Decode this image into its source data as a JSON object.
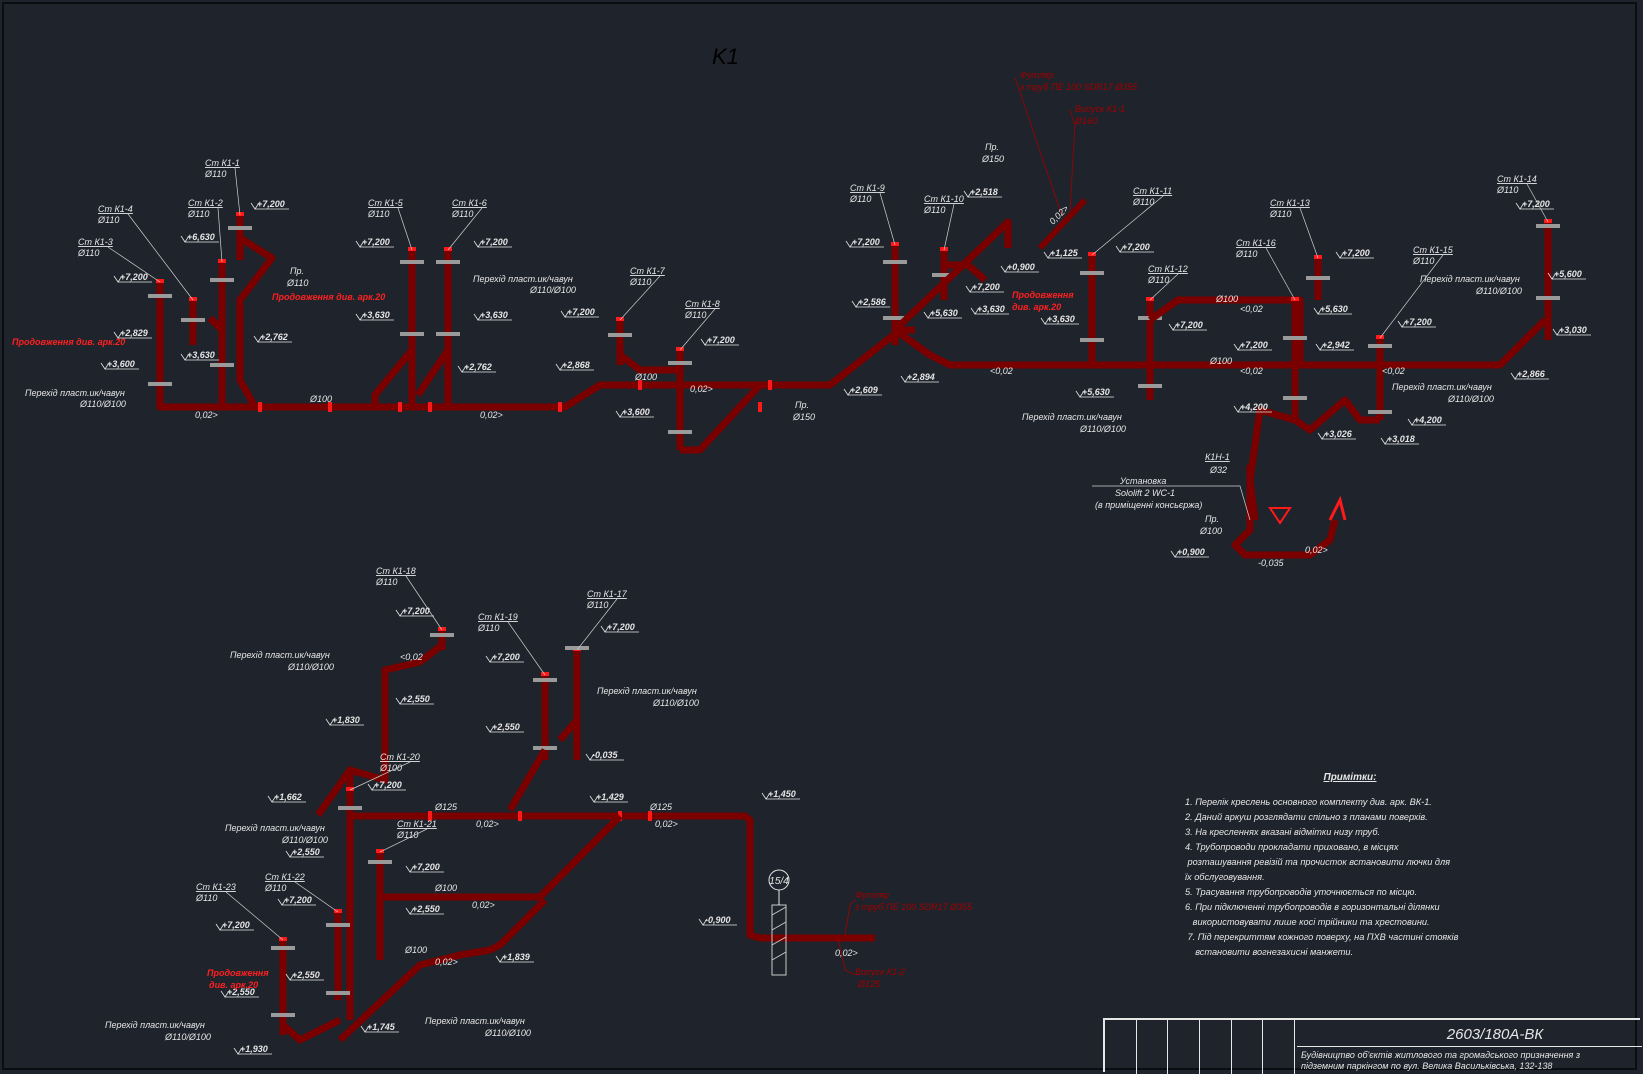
{
  "drawing": {
    "title": "K1",
    "colors": {
      "background": "#1f232b",
      "pipe": "#7a0000",
      "pipe_joint": "#ff1a1a",
      "label": "#e6e6e6",
      "red_label": "#ff2020",
      "stamp": "#e6e6e6"
    }
  },
  "risers": [
    {
      "name": "Ст К1-1",
      "dia": "Ø110",
      "level": "+7,200"
    },
    {
      "name": "Ст К1-2",
      "dia": "Ø110",
      "level": "+6,630"
    },
    {
      "name": "Ст К1-3",
      "dia": "Ø110",
      "level": "+7,200"
    },
    {
      "name": "Ст К1-4",
      "dia": "Ø110",
      "level": "+7,200"
    },
    {
      "name": "Ст К1-5",
      "dia": "Ø110",
      "level": "+7,200"
    },
    {
      "name": "Ст К1-6",
      "dia": "Ø110",
      "level": "+7,200"
    },
    {
      "name": "Ст К1-7",
      "dia": "Ø110",
      "level": "+7,200"
    },
    {
      "name": "Ст К1-8",
      "dia": "Ø110",
      "level": "+7,200"
    },
    {
      "name": "Ст К1-9",
      "dia": "Ø110",
      "level": "+7,200"
    },
    {
      "name": "Ст К1-10",
      "dia": "Ø110",
      "level": "+2,518"
    },
    {
      "name": "Ст К1-11",
      "dia": "Ø110",
      "level": "+7,200"
    },
    {
      "name": "Ст К1-12",
      "dia": "Ø110",
      "level": "+7,200"
    },
    {
      "name": "Ст К1-13",
      "dia": "Ø110",
      "level": "+7,200"
    },
    {
      "name": "Ст К1-14",
      "dia": "Ø110",
      "level": "+7,200"
    },
    {
      "name": "Ст К1-15",
      "dia": "Ø110",
      "level": "+7,200"
    },
    {
      "name": "Ст К1-16",
      "dia": "Ø110",
      "level": "+7,200"
    },
    {
      "name": "Ст К1-17",
      "dia": "Ø110",
      "level": "+7,200"
    },
    {
      "name": "Ст К1-18",
      "dia": "Ø110",
      "level": "+7,200"
    },
    {
      "name": "Ст К1-19",
      "dia": "Ø110",
      "level": "+7,200"
    },
    {
      "name": "Ст К1-20",
      "dia": "Ø100",
      "level": "+7,200"
    },
    {
      "name": "Ст К1-21",
      "dia": "Ø110",
      "level": "+7,200"
    },
    {
      "name": "Ст К1-22",
      "dia": "Ø110",
      "level": "+7,200"
    },
    {
      "name": "Ст К1-23",
      "dia": "Ø110",
      "level": "+7,200"
    }
  ],
  "labels": {
    "transition": "Перехід пласт.ик/чавун",
    "transition_dia": "Ø110/Ø100",
    "continuation": "Продовження див. арк.20",
    "continuation_l1": "Продовження",
    "continuation_l2": "див. арк.20",
    "probe": "Пр.",
    "dia150": "Ø150",
    "dia110": "Ø110",
    "dia100": "Ø100",
    "dia125": "Ø125",
    "dia32": "Ø32",
    "slope": "0,02>",
    "slope_r": "<0,02",
    "k1n1": "К1Н-1",
    "pump_title": "Установка",
    "pump_model": "Sololift 2 WC-1",
    "pump_place": "(в приміщенні консьєржа)",
    "sleeve_top": "Футляр",
    "sleeve_top2": "з труб ПЕ 100 SDR17 Ø355",
    "outlet_top": "Випуск К1-1",
    "outlet_top_dia": "Ø160",
    "sleeve_bottom": "Футляр",
    "sleeve_bottom2": "з труб ПЕ 100 SDR17 Ø355",
    "outlet_bottom": "Випуск К1-2",
    "outlet_bottom_dia": "Ø125",
    "axis_mark": "15/4"
  },
  "levels": [
    "+2,829",
    "+3,600",
    "+2,762",
    "+3,630",
    "+2,868",
    "+3,600",
    "+2,609",
    "+2,894",
    "+5,630",
    "+0,900",
    "+7,200",
    "+3,630",
    "+1,125",
    "+2,586",
    "+5,630",
    "+4,200",
    "+2,942",
    "+3,026",
    "+3,018",
    "+4,200",
    "+3,030",
    "+2,866",
    "+0,900",
    "-0,035",
    "+1,830",
    "+2,550",
    "+1,662",
    "+2,550",
    "+1,429",
    "+1,450",
    "+2,550",
    "+1,839",
    "+2,550",
    "+1,745",
    "+1,930",
    "-0,900",
    "+5,600"
  ],
  "notes": {
    "heading": "Примітки:",
    "items": [
      "1. Перелік креслень основного комплекту див. арк. ВК-1.",
      "2. Даний аркуш розглядати спільно з планами поверхів.",
      "3. На кресленнях вказані відмітки низу труб.",
      "4. Трубопроводи прокладати приховано, в місцях",
      " розташування ревізій та прочисток встановити лючки для",
      "їх обслуговування.",
      "5. Трасування трубопроводів уточнюється по місцю.",
      "6. При підключенні трубопроводів в горизонтальні ділянки",
      "   використовувати лише косі трійники та хрестовини.",
      " 7. Під перекриттям кожного поверху, на ПХВ частині стояків",
      "    встановити вогнезахисні манжети."
    ]
  },
  "stamp": {
    "code": "2603/180А-ВК",
    "desc_l1": "Будівництво об'єктів житлового та громадського призначення з",
    "desc_l2": "підземним паркінгом по вул. Велика Васильківська, 132-138"
  }
}
